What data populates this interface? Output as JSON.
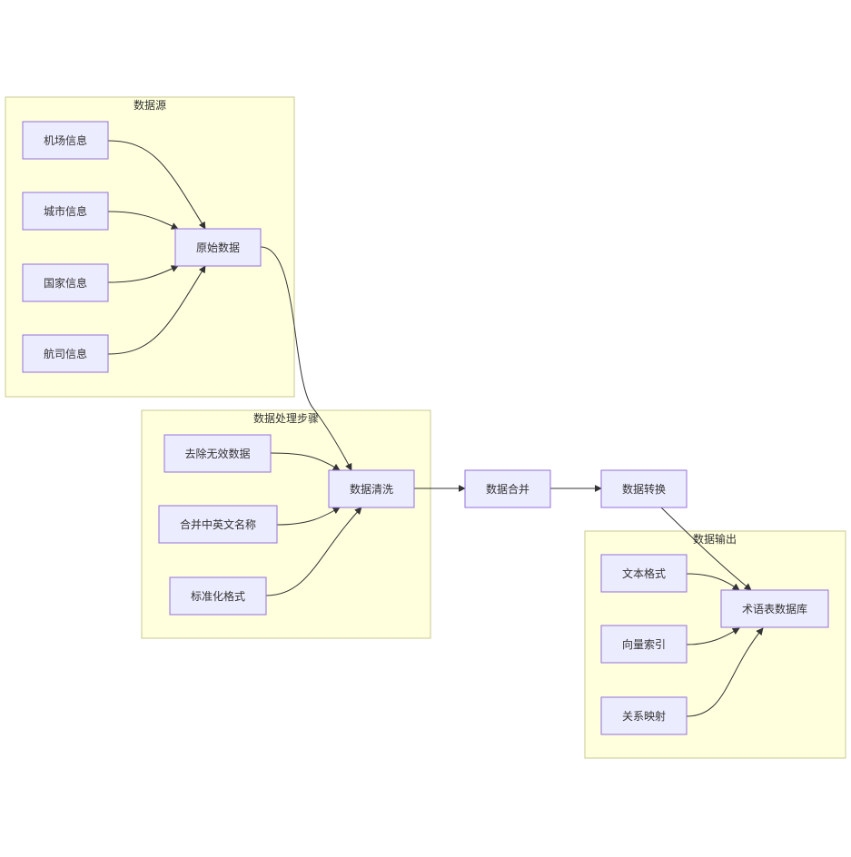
{
  "clusters": {
    "source": {
      "label": "数据源"
    },
    "process": {
      "label": "数据处理步骤"
    },
    "output": {
      "label": "数据输出"
    }
  },
  "nodes": {
    "airport": {
      "label": "机场信息"
    },
    "city": {
      "label": "城市信息"
    },
    "country": {
      "label": "国家信息"
    },
    "airline": {
      "label": "航司信息"
    },
    "raw": {
      "label": "原始数据"
    },
    "remove_invalid": {
      "label": "去除无效数据"
    },
    "merge_names": {
      "label": "合并中英文名称"
    },
    "standardize": {
      "label": "标准化格式"
    },
    "clean": {
      "label": "数据清洗"
    },
    "merge": {
      "label": "数据合并"
    },
    "transform": {
      "label": "数据转换"
    },
    "text_format": {
      "label": "文本格式"
    },
    "vector_index": {
      "label": "向量索引"
    },
    "relation_map": {
      "label": "关系映射"
    },
    "glossary_db": {
      "label": "术语表数据库"
    }
  },
  "colors": {
    "cluster_fill": "#ffffde",
    "cluster_stroke": "#c8c890",
    "node_fill": "#ececff",
    "node_stroke": "#9370db",
    "edge": "#333333"
  }
}
